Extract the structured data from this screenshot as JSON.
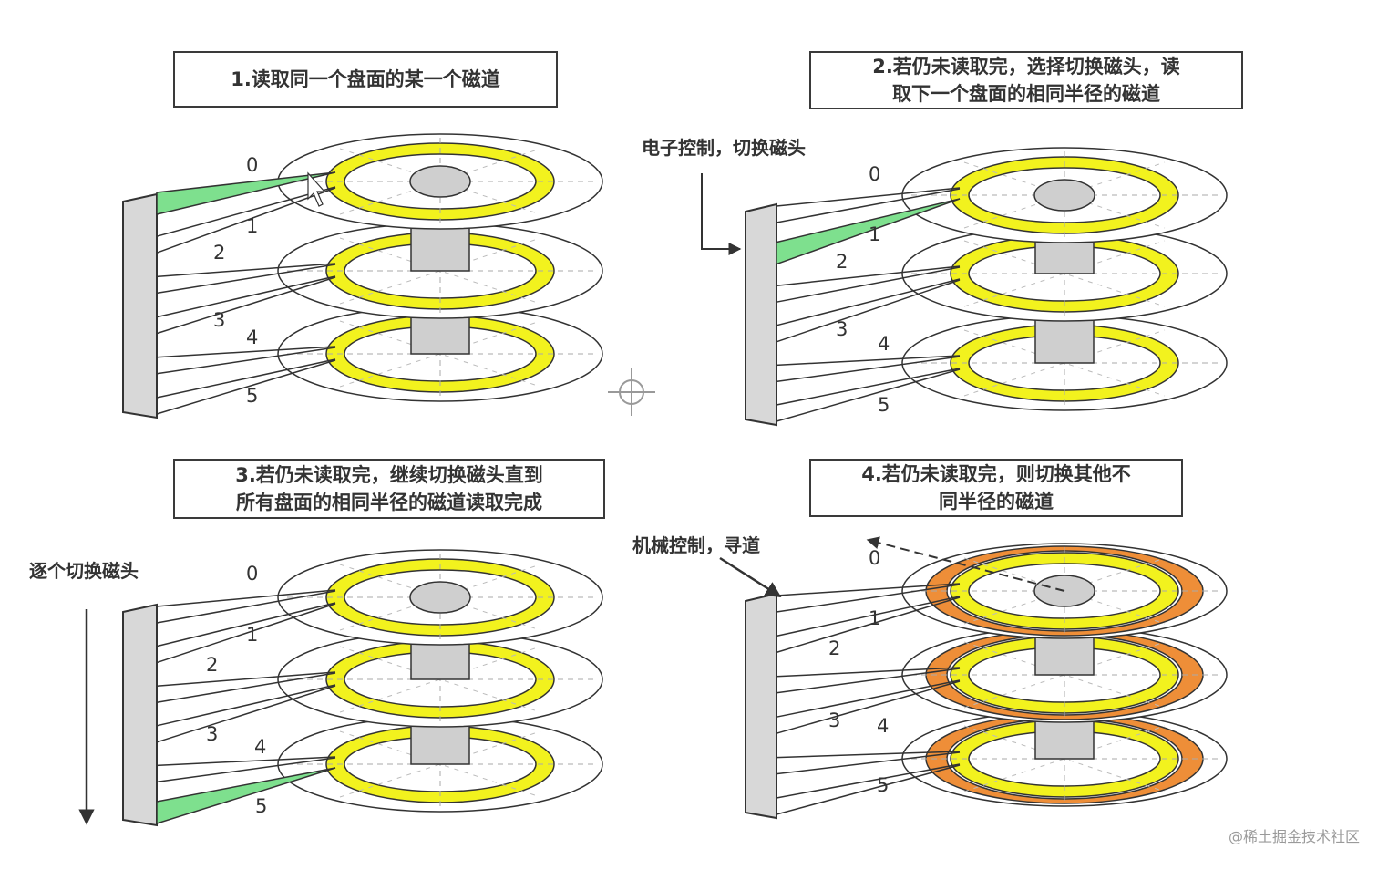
{
  "panels": [
    {
      "caption_lines": [
        "1.读取同一个盘面的某一个磁道"
      ],
      "side_label": "",
      "head_numbers": [
        "0",
        "1",
        "2",
        "3",
        "4",
        "5"
      ],
      "active_head": 0,
      "orange_tracks": false
    },
    {
      "caption_lines": [
        "2.若仍未读取完，选择切换磁头，读",
        "取下一个盘面的相同半径的磁道"
      ],
      "side_label": "电子控制，切换磁头",
      "head_numbers": [
        "0",
        "1",
        "2",
        "3",
        "4",
        "5"
      ],
      "active_head": 1,
      "orange_tracks": false
    },
    {
      "caption_lines": [
        "3.若仍未读取完，继续切换磁头直到",
        "所有盘面的相同半径的磁道读取完成"
      ],
      "side_label": "逐个切换磁头",
      "head_numbers": [
        "0",
        "1",
        "2",
        "3",
        "4",
        "5"
      ],
      "active_head": 5,
      "orange_tracks": false
    },
    {
      "caption_lines": [
        "4.若仍未读取完，则切换其他不",
        "同半径的磁道"
      ],
      "side_label": "机械控制，寻道",
      "head_numbers": [
        "0",
        "1",
        "2",
        "3",
        "4",
        "5"
      ],
      "active_head": -1,
      "orange_tracks": true
    }
  ],
  "watermark": "@稀土掘金技术社区",
  "colors": {
    "track_yellow": "#f2f21e",
    "track_orange": "#ee8e38",
    "active_arm_green": "#7ee08e",
    "platter_fill": "#ffffff",
    "hub_gray": "#cfcfcf",
    "outline": "#333333"
  }
}
